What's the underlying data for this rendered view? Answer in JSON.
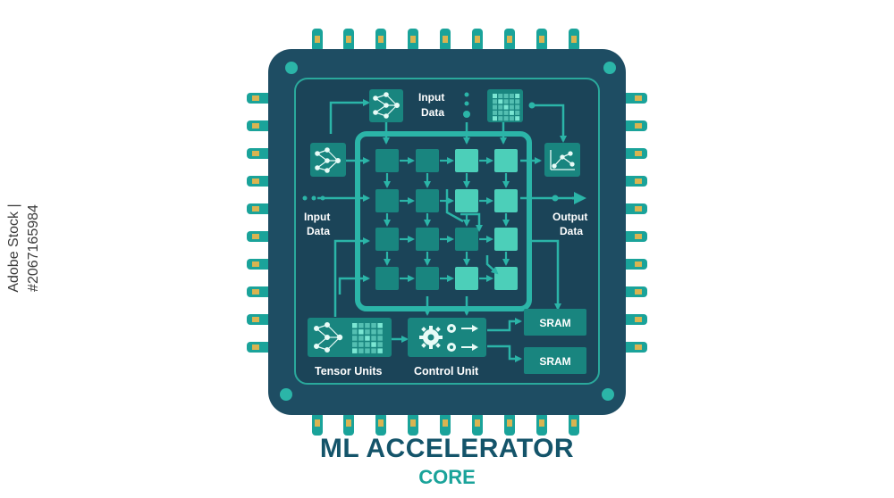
{
  "title": "ML ACCELERATOR",
  "subtitle": "CORE",
  "stock_id": "Adobe Stock | #2067165984",
  "labels": {
    "input_top_line1": "Input",
    "input_top_line2": "Data",
    "input_left_line1": "Input",
    "input_left_line2": "Data",
    "output_line1": "Output",
    "output_line2": "Data",
    "tensor_units": "Tensor Units",
    "control_unit": "Control Unit",
    "sram_1": "SRAM",
    "sram_2": "SRAM"
  },
  "colors": {
    "chip_body": "#1e4d63",
    "chip_inner": "#1b4458",
    "pins": "#1aa39a",
    "pin_tips": "#d9b451",
    "block": "#19857f",
    "block_light": "#4ccfb9",
    "title": "#14546a",
    "subtitle": "#1aa39a"
  },
  "icons": {
    "neural_net": "neural-network-icon",
    "matrix": "matrix-grid-icon",
    "graph": "graph-icon",
    "gears": "gears-icon"
  }
}
